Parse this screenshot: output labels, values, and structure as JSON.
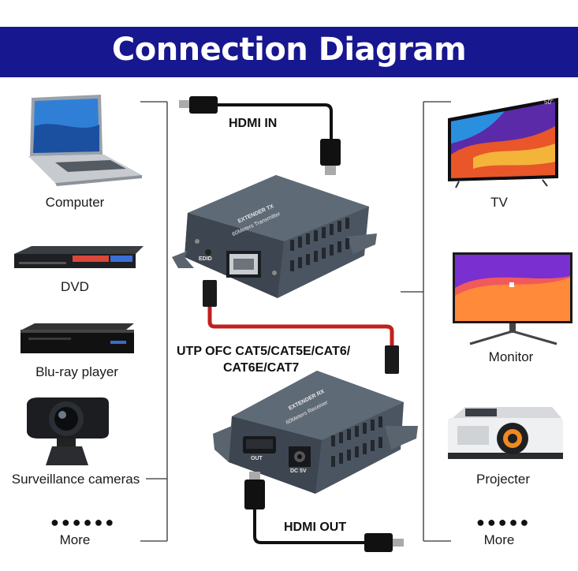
{
  "title": "Connection Diagram",
  "sources": [
    {
      "label": "Computer",
      "icon": "laptop-icon"
    },
    {
      "label": "DVD",
      "icon": "dvd-player-icon"
    },
    {
      "label": "Blu-ray player",
      "icon": "bluray-player-icon"
    },
    {
      "label": "Surveillance cameras",
      "icon": "webcam-icon"
    },
    {
      "label": "More",
      "dots": "●●●●●●"
    }
  ],
  "displays": [
    {
      "label": "TV",
      "icon": "tv-icon",
      "badge": "50\""
    },
    {
      "label": "Monitor",
      "icon": "monitor-icon"
    },
    {
      "label": "Projecter",
      "icon": "projector-icon"
    },
    {
      "label": "More",
      "dots": "●●●●●"
    }
  ],
  "cables": {
    "hdmi_in": "HDMI IN",
    "hdmi_out": "HDMI OUT",
    "lan_line1": "UTP OFC CAT5/CAT5E/CAT6/",
    "lan_line2": "CAT6E/CAT7"
  },
  "transmitter": {
    "edid": "EDID",
    "name": "EXTENDER TX",
    "sub": "60Meters Transmitter"
  },
  "receiver": {
    "out": "OUT",
    "dc": "DC 5V",
    "name": "EXTENDER RX",
    "sub": "60Meters Receiver"
  },
  "colors": {
    "banner": "#17178f",
    "lan_cable": "#c0201e",
    "device_body": "#4b5561"
  }
}
